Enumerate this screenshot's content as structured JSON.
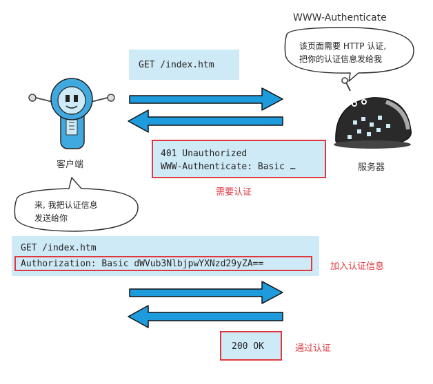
{
  "server_header_label": "WWW-Authenticate",
  "server_speech": [
    "该页面需要 HTTP 认证,",
    "把你的认证信息发给我"
  ],
  "client_label": "客户端",
  "server_label": "服务器",
  "client_speech": [
    "来, 我把认证信息",
    "发送给你"
  ],
  "request1": {
    "line": "GET /index.htm"
  },
  "response1": {
    "status": "401 Unauthorized",
    "header": "WWW-Authenticate: Basic …"
  },
  "annotation_auth_required": "需要认证",
  "request2": {
    "line": "GET /index.htm",
    "header": "Authorization: Basic dWVub3NlbjpwYXNzd29yZA=="
  },
  "annotation_add_credentials": "加入认证信息",
  "response2": {
    "status": "200 OK"
  },
  "annotation_auth_passed": "通过认证",
  "colors": {
    "arrow": "#1e9bdc",
    "message_bg": "#cfeaf7",
    "highlight": "#e0373f",
    "robot_blue": "#3fa9e0",
    "server_dark": "#2a2a2a"
  }
}
